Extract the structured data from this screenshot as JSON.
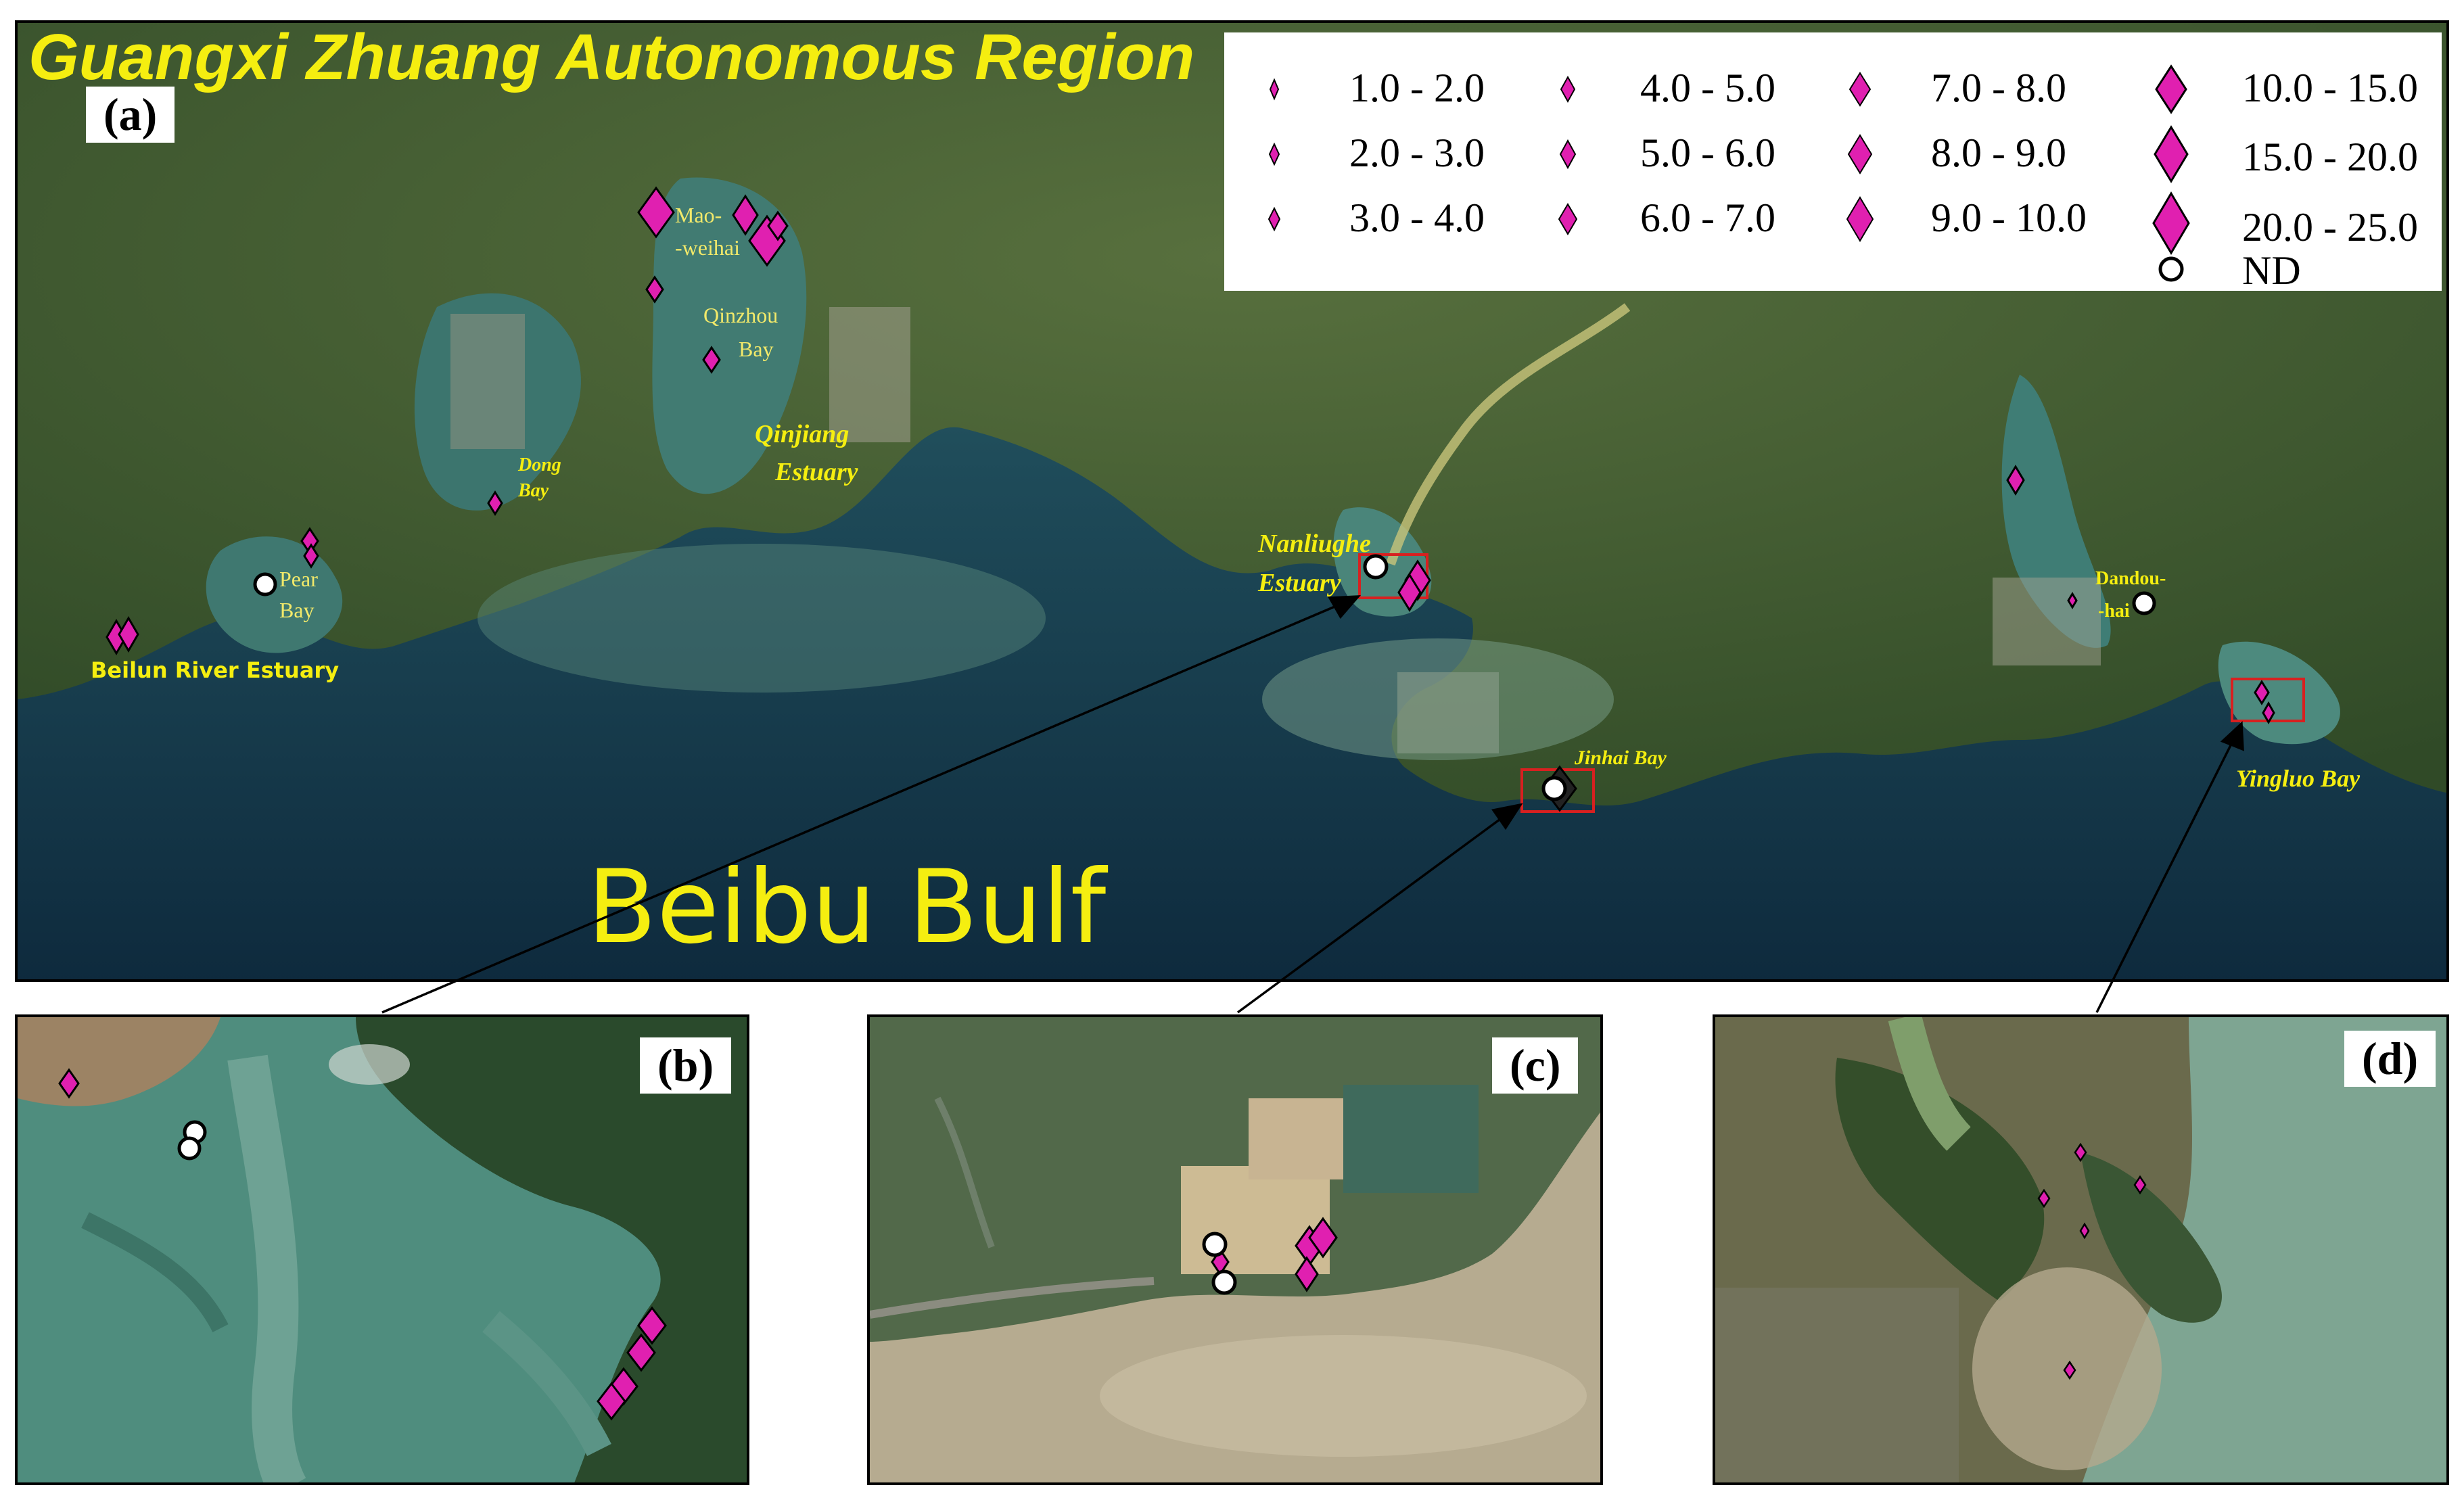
{
  "title": "Guangxi Zhuang Autonomous Region",
  "panels": {
    "a": "(a)",
    "b": "(b)",
    "c": "(c)",
    "d": "(d)"
  },
  "place_labels": {
    "beibu": "Beibu Bulf",
    "maoweihai_1": "Mao-",
    "maoweihai_2": "-weihai",
    "qinzhou_1": "Qinzhou",
    "qinzhou_2": "Bay",
    "qinjiang_1": "Qinjiang",
    "qinjiang_2": "Estuary",
    "dong_1": "Dong",
    "dong_2": "Bay",
    "pear_1": "Pear",
    "pear_2": "Bay",
    "beilun": "Beilun River Estuary",
    "nanliughe_1": "Nanliughe",
    "nanliughe_2": "Estuary",
    "jinhai": "Jinhai Bay",
    "dandou_1": "Dandou-",
    "dandou_2": "-hai",
    "yingluo": "Yingluo Bay"
  },
  "legend": {
    "items": [
      {
        "label": "1.0 - 2.0"
      },
      {
        "label": "2.0 - 3.0"
      },
      {
        "label": "3.0 - 4.0"
      },
      {
        "label": "4.0 - 5.0"
      },
      {
        "label": "5.0 - 6.0"
      },
      {
        "label": "6.0 - 7.0"
      },
      {
        "label": "7.0 - 8.0"
      },
      {
        "label": "8.0 - 9.0"
      },
      {
        "label": "9.0 - 10.0"
      },
      {
        "label": "10.0 - 15.0"
      },
      {
        "label": "15.0 - 20.0"
      },
      {
        "label": "20.0 - 25.0"
      }
    ],
    "nd_label": "ND"
  },
  "colors": {
    "marker": "#e020b0",
    "title": "#f5ee10",
    "place_label": "#f2e96a",
    "highlight_box": "#d82020"
  }
}
